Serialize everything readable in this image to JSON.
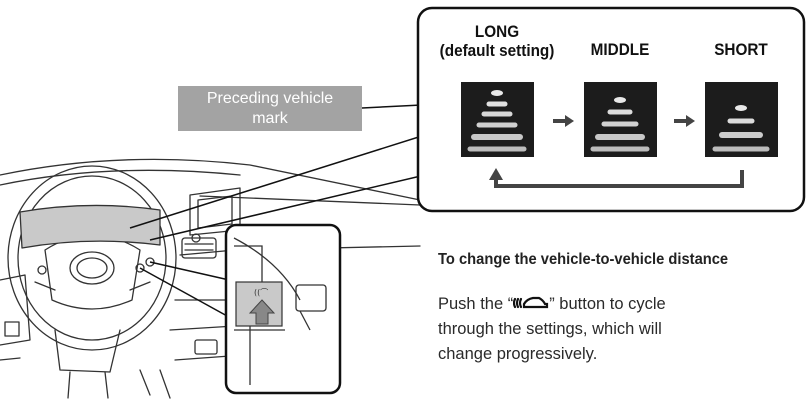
{
  "settings": [
    {
      "label_line1": "LONG",
      "label_line2": "(default setting)"
    },
    {
      "label_line1": "MIDDLE",
      "label_line2": ""
    },
    {
      "label_line1": "SHORT",
      "label_line2": ""
    }
  ],
  "callout": {
    "line1": "Preceding vehicle",
    "line2": "mark"
  },
  "instructions": {
    "heading": "To change the vehicle-to-vehicle distance",
    "text_before_icon": "Push the “",
    "button_icon_name": "distance-button-icon",
    "text_after_icon": "” button to cycle",
    "line2": "through the settings, which will",
    "line3": "change progressively."
  },
  "colors": {
    "display_bg": "#1c1c1c",
    "callout_bg": "#a3a3a3",
    "line_art": "#333333"
  }
}
